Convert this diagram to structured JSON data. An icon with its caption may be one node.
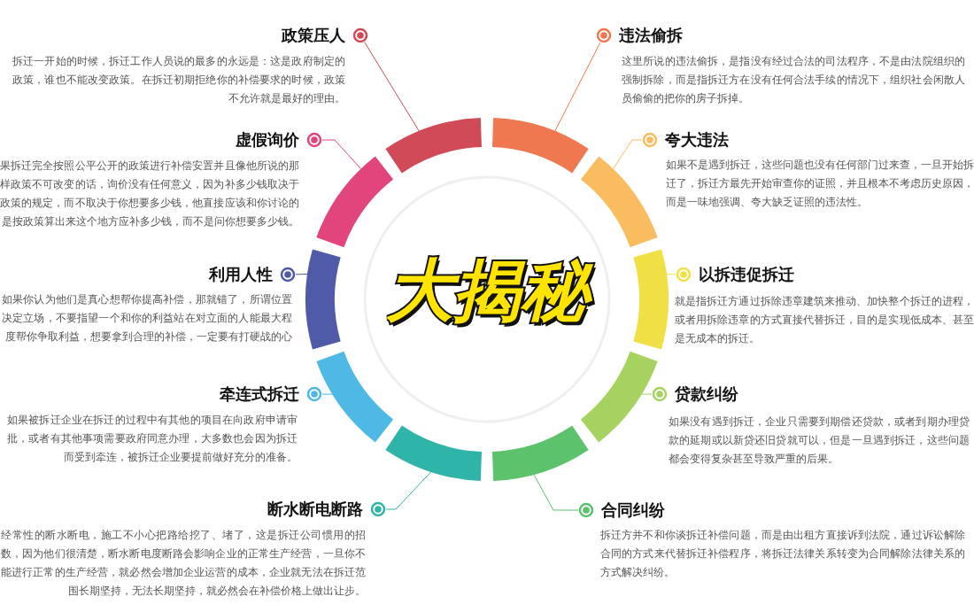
{
  "diagram": {
    "title": "大揭秘",
    "nodes": [
      {
        "text": [
          "政策压人",
          "拆迁一开始的时候，拆迁工作人员说的最多的永远是：这是政府制定的政策，谁也不能改变政策。在拆迁初期拒绝你的补偿要求的时候，政策不允许就是最好的理由。"
        ]
      },
      {
        "text": [
          "违法偷拆",
          "这里所说的违法偷拆，是指没有经过合法的司法程序，不是由法院组织的强制拆除，而是指拆迁方在没有任何合法手续的情况下，组织社会闲散人员偷偷的把你的房子拆掉。"
        ]
      },
      {
        "text": [
          "虚假询价",
          "果拆迁完全按照公平公开的政策进行补偿安置并且像他所说的那样政策不可改变的话，询价没有任何意义，因为补多少钱取决于政策的规定，而不取决于你想要多少钱，他直接应该和你讨论的是按政策算出来这个地方应补多少钱，而不是问你想要多少钱。"
        ]
      },
      {
        "text": [
          "夸大违法",
          "如果不是遇到拆迁，这些问题也没有任何部门过来查，一旦开始拆迁了，拆迁方最先开始审查你的证照，并且根本不考虑历史原因，而是一味地强调、夸大缺乏证照的违法性。"
        ]
      },
      {
        "text": [
          "利用人性",
          "如果你认为他们是真心想帮你提高补偿，那就错了，所谓位置决定立场，不要指望一个和你的利益站在对立面的人能最大程度帮你争取利益，想要拿到合理的补偿，一定要有打硬战的心"
        ]
      },
      {
        "text": [
          "以拆违促拆迁",
          "就是指拆迁方通过拆除违章建筑来推动、加快整个拆迁的进程，或者用拆除违章的方式直接代替拆迁，目的是实现低成本、甚至是无成本的拆迁。"
        ]
      },
      {
        "text": [
          "牵连式拆迁",
          "如果被拆迁企业在拆迁的过程中有其他的项目在向政府申请审批，或者有其他事项需要政府同意办理，大多数也会因为拆迁而受到牵连，被拆迁企业要提前做好充分的准备。"
        ]
      },
      {
        "text": [
          "贷款纠纷",
          "如果没有遇到拆迁，企业只需要到期偿还贷款，或者到期办理贷款的延期或以新贷还旧贷就可以，但是一旦遇到拆迁，这些问题都会变得复杂甚至导致严重的后果。"
        ]
      },
      {
        "text": [
          "断水断电断路",
          "经常性的断水断电，施工不小心把路给挖了、堵了，这是拆迁公司惯用的招数，因为他们很清楚，断水断电度断路会影响企业的正常生产经营，一旦你不能进行正常的生产经营，就必然会增加企业运营的成本，企业就无法在拆迁范围长期坚持，无法长期坚持，就必然会在补偿价格上做出让步。"
        ]
      },
      {
        "text": [
          "合同纠纷",
          "拆迁方并不和你谈拆迁补偿问题，而是由出租方直接诉到法院，通过诉讼解除合同的方式来代替拆迁补偿程序，将拆迁法律关系转变为合同解除法律关系的方式解决纠纷。"
        ]
      },
      {
        "text": [],
        "shape": "arc"
      },
      {
        "text": [],
        "shape": "arc"
      },
      {
        "text": [],
        "shape": "arc"
      },
      {
        "text": [],
        "shape": "arc"
      },
      {
        "text": [],
        "shape": "arc"
      },
      {
        "text": [],
        "shape": "arc"
      },
      {
        "text": [],
        "shape": "arc"
      },
      {
        "text": [],
        "shape": "arc"
      },
      {
        "text": [],
        "shape": "arc"
      },
      {
        "text": [],
        "shape": "arc"
      }
    ],
    "edges": [
      {
        "from": 0,
        "to": 10,
        "arrow": "none",
        "color": "#d04a58"
      },
      {
        "from": 1,
        "to": 11,
        "arrow": "none",
        "color": "#f07850"
      },
      {
        "from": 2,
        "to": 12,
        "arrow": "none",
        "color": "#e1457c"
      },
      {
        "from": 3,
        "to": 13,
        "arrow": "none",
        "color": "#f9bc5f"
      },
      {
        "from": 4,
        "to": 14,
        "arrow": "none",
        "color": "#4f5ba8"
      },
      {
        "from": 5,
        "to": 15,
        "arrow": "none",
        "color": "#f1e045"
      },
      {
        "from": 6,
        "to": 16,
        "arrow": "none",
        "color": "#4fb9e6"
      },
      {
        "from": 7,
        "to": 17,
        "arrow": "none",
        "color": "#a6d35f"
      },
      {
        "from": 8,
        "to": 18,
        "arrow": "none",
        "color": "#2fb5a8"
      },
      {
        "from": 9,
        "to": 19,
        "arrow": "none",
        "color": "#5cc26b"
      }
    ]
  }
}
